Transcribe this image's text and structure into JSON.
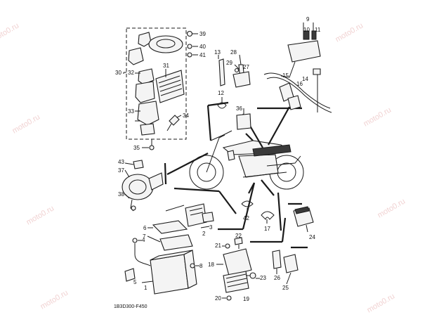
{
  "diagram": {
    "watermark": "moto0.ru",
    "figure_code": "1B3D300-F450",
    "callouts": {
      "c1": "1",
      "c2": "2",
      "c3": "3",
      "c4": "4",
      "c5": "5",
      "c6": "6",
      "c7": "7",
      "c8": "8",
      "c9": "9",
      "c10": "10",
      "c11": "11",
      "c12": "12",
      "c13": "13",
      "c14": "14",
      "c15": "15",
      "c16": "16",
      "c17": "17",
      "c18": "18",
      "c19": "19",
      "c20": "20",
      "c21": "21",
      "c22": "22",
      "c23": "23",
      "c24": "24",
      "c25": "25",
      "c26": "26",
      "c27": "27",
      "c28": "28",
      "c29": "29",
      "c30": "30",
      "c31": "31",
      "c32": "32",
      "c33": "33",
      "c34": "34",
      "c35": "35",
      "c36": "36",
      "c37": "37",
      "c38": "38",
      "c39": "39",
      "c40": "40",
      "c41": "41",
      "c42": "42",
      "c43": "43"
    }
  }
}
